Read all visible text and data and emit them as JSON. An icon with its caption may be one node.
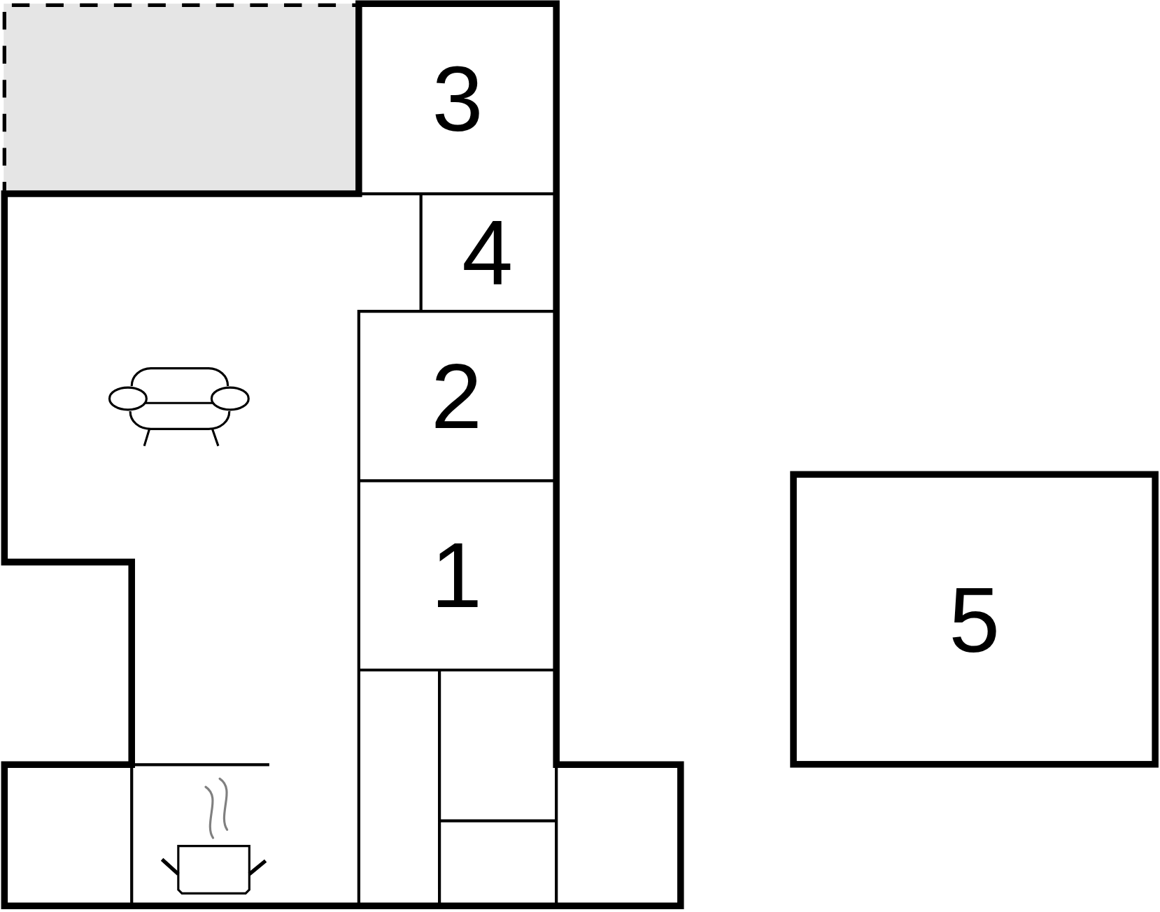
{
  "diagram": {
    "nodes": [
      {
        "text": [
          "3"
        ]
      },
      {
        "text": [
          "4"
        ]
      },
      {
        "text": [
          "2"
        ]
      },
      {
        "text": [
          "1"
        ]
      },
      {
        "text": [
          "5"
        ]
      }
    ]
  }
}
